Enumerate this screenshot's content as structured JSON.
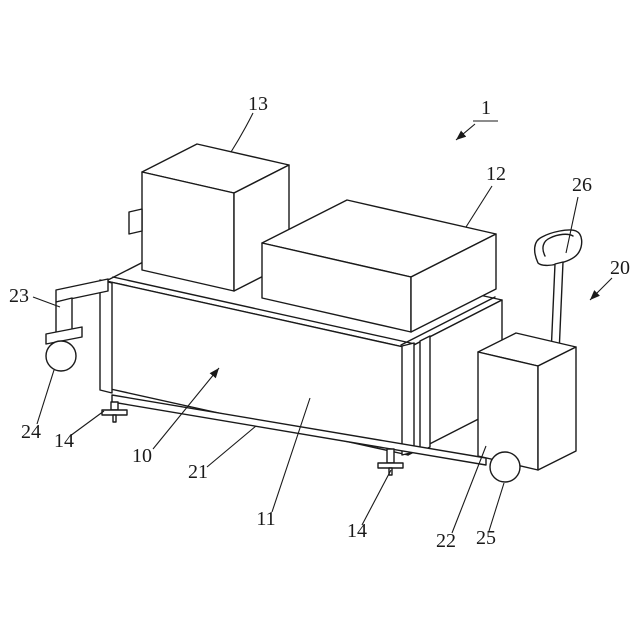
{
  "figure": {
    "background_color": "#ffffff",
    "line_color": "#1a1a1a"
  },
  "labels": {
    "ref1": "1",
    "ref10": "10",
    "ref11": "11",
    "ref12": "12",
    "ref13": "13",
    "ref14_left": "14",
    "ref14_right": "14",
    "ref20": "20",
    "ref21": "21",
    "ref22": "22",
    "ref23": "23",
    "ref24": "24",
    "ref25": "25",
    "ref26": "26"
  }
}
